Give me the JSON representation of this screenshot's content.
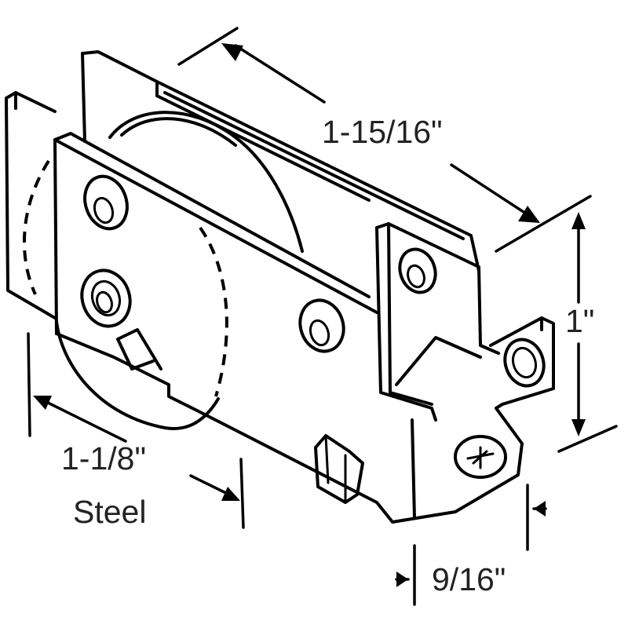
{
  "dimensions": {
    "length": "1-15/16\"",
    "height": "1\"",
    "wheel_diameter": "1-1/8\"",
    "wheel_material": "Steel",
    "width": "9/16\""
  },
  "colors": {
    "ink": "#000000",
    "background": "#ffffff"
  }
}
